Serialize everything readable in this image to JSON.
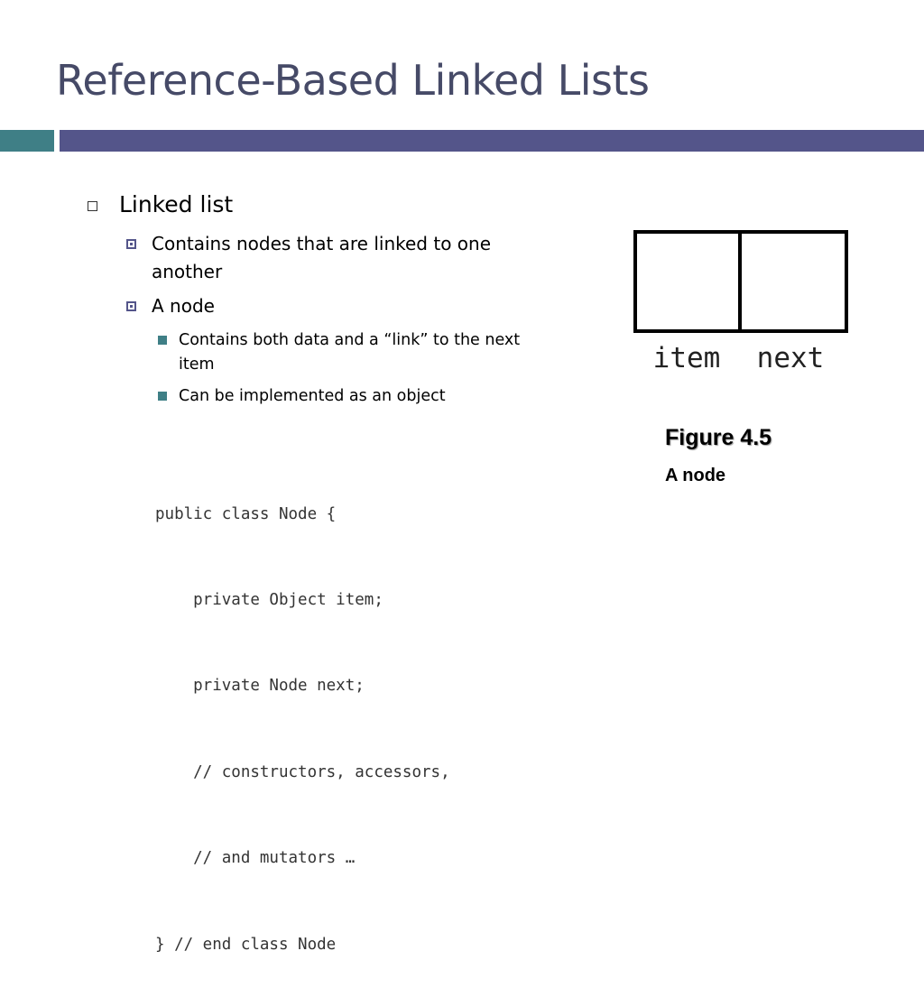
{
  "slide": {
    "title": "Reference-Based Linked Lists"
  },
  "bullets": {
    "level1": "Linked list",
    "contains_line1": "Contains nodes that are linked to one",
    "contains_line2": "another",
    "a_node": "A node",
    "data_line1": "Contains both data and a “link” to the next",
    "data_line2": "item",
    "object_line": "Can be implemented as an object"
  },
  "code": {
    "lines": [
      "public class Node {",
      "    private Object item;",
      "    private Node next;",
      "    // constructors, accessors,",
      "    // and mutators …",
      "} // end class Node"
    ]
  },
  "figure": {
    "field_item": "item",
    "field_next": "next",
    "caption": "Figure 4.5",
    "subcaption": "A node"
  },
  "colors": {
    "title": "#464a67",
    "teal_accent": "#3f7f86",
    "purple_bar": "#54558a"
  }
}
